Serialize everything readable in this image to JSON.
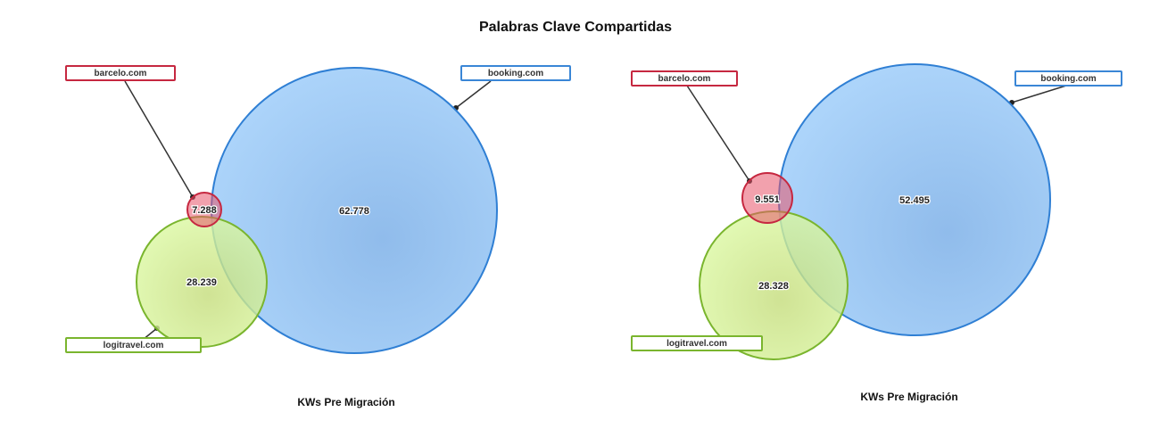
{
  "title": "Palabras Clave Compartidas",
  "colors": {
    "barcelo": "#e8546a",
    "booking": "#6aaef0",
    "logitravel": "#b6e06a",
    "barcelo_border": "#c62840",
    "booking_border": "#2f7fd4",
    "logitravel_border": "#7ab52e"
  },
  "chart_data": [
    {
      "type": "venn",
      "caption": "KWs Pre Migración",
      "sets": [
        {
          "name": "barcelo.com",
          "value": "7.288"
        },
        {
          "name": "booking.com",
          "value": "62.778"
        },
        {
          "name": "logitravel.com",
          "value": "28.239"
        }
      ]
    },
    {
      "type": "venn",
      "caption": "KWs Pre Migración",
      "sets": [
        {
          "name": "barcelo.com",
          "value": "9.551"
        },
        {
          "name": "booking.com",
          "value": "52.495"
        },
        {
          "name": "logitravel.com",
          "value": "28.328"
        }
      ]
    }
  ]
}
